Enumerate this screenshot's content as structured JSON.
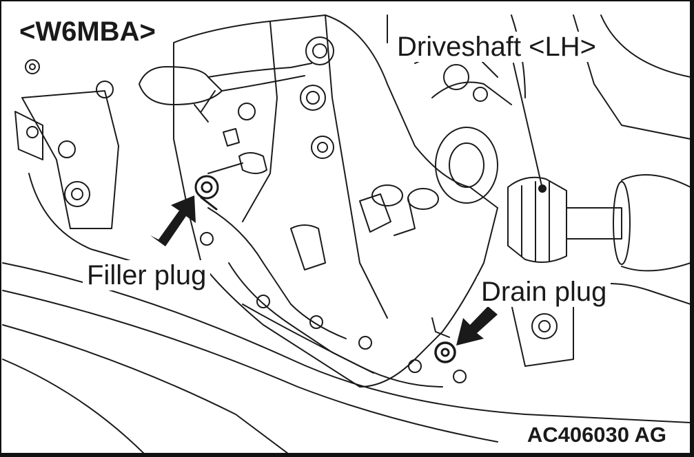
{
  "diagram": {
    "model_tag": "<W6MBA>",
    "labels": {
      "driveshaft": "Driveshaft <LH>",
      "filler_plug": "Filler plug",
      "drain_plug": "Drain plug"
    },
    "figure_code": "AC406030 AG"
  },
  "colors": {
    "line": "#1a1a1a",
    "background": "#ffffff"
  }
}
